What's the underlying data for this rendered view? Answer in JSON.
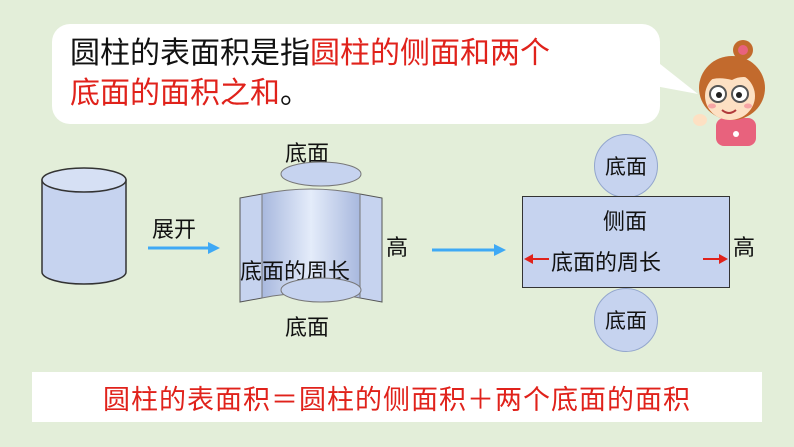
{
  "speech": {
    "black_text": "圆柱的表面积是指",
    "red_line1": "圆柱的侧面和两个",
    "red_line2": "底面的面积之和",
    "end_mark": "。"
  },
  "unfold_label": "展开",
  "middle": {
    "top_base": "底面",
    "bottom_base": "底面",
    "circumference": "底面的周长",
    "height": "高"
  },
  "right": {
    "top_circle": "底面",
    "bottom_circle": "底面",
    "lateral": "侧面",
    "circumference": "底面的周长",
    "height": "高"
  },
  "formula": "圆柱的表面积＝圆柱的侧面积＋两个底面的面积",
  "colors": {
    "background": "#e3eed9",
    "red_text": "#e0221b",
    "shape_fill": "#c6d3ef",
    "arrow": "#3fa9f5"
  }
}
